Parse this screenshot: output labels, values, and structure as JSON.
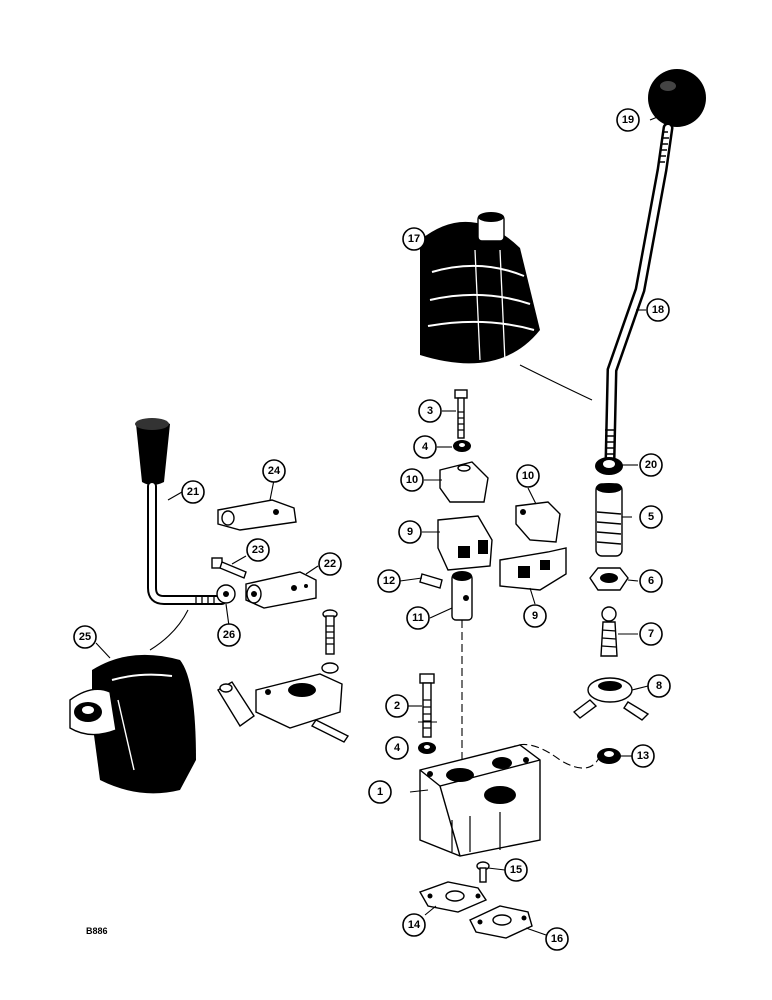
{
  "figure_code": "B886",
  "callouts": [
    {
      "label": "1"
    },
    {
      "label": "2"
    },
    {
      "label": "3"
    },
    {
      "label": "4"
    },
    {
      "label": "4"
    },
    {
      "label": "5"
    },
    {
      "label": "6"
    },
    {
      "label": "7"
    },
    {
      "label": "8"
    },
    {
      "label": "9"
    },
    {
      "label": "9"
    },
    {
      "label": "10"
    },
    {
      "label": "10"
    },
    {
      "label": "11"
    },
    {
      "label": "12"
    },
    {
      "label": "13"
    },
    {
      "label": "14"
    },
    {
      "label": "15"
    },
    {
      "label": "16"
    },
    {
      "label": "17"
    },
    {
      "label": "18"
    },
    {
      "label": "19"
    },
    {
      "label": "20"
    },
    {
      "label": "21"
    },
    {
      "label": "22"
    },
    {
      "label": "23"
    },
    {
      "label": "24"
    },
    {
      "label": "25"
    },
    {
      "label": "26"
    }
  ]
}
